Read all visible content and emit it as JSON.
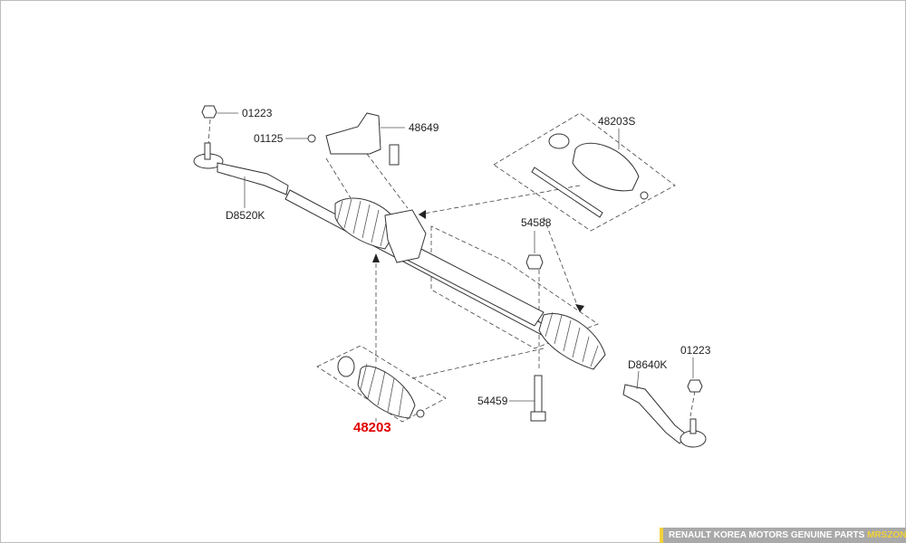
{
  "diagram": {
    "labels": {
      "nut_left": "01223",
      "bolt_small": "01125",
      "heat_shield": "48649",
      "boot_kit_right": "48203S",
      "tie_rod_end_left": "D8520K",
      "nut_mount": "54588",
      "tie_rod_end_right": "D8640K",
      "nut_right": "01223",
      "bolt_mount": "54459",
      "boot_kit_left": "48203"
    },
    "highlight_color": "#e00000"
  },
  "footer": {
    "text": "RENAULT KOREA MOTORS GENUINE PARTS",
    "brand": "MRSZONE"
  }
}
